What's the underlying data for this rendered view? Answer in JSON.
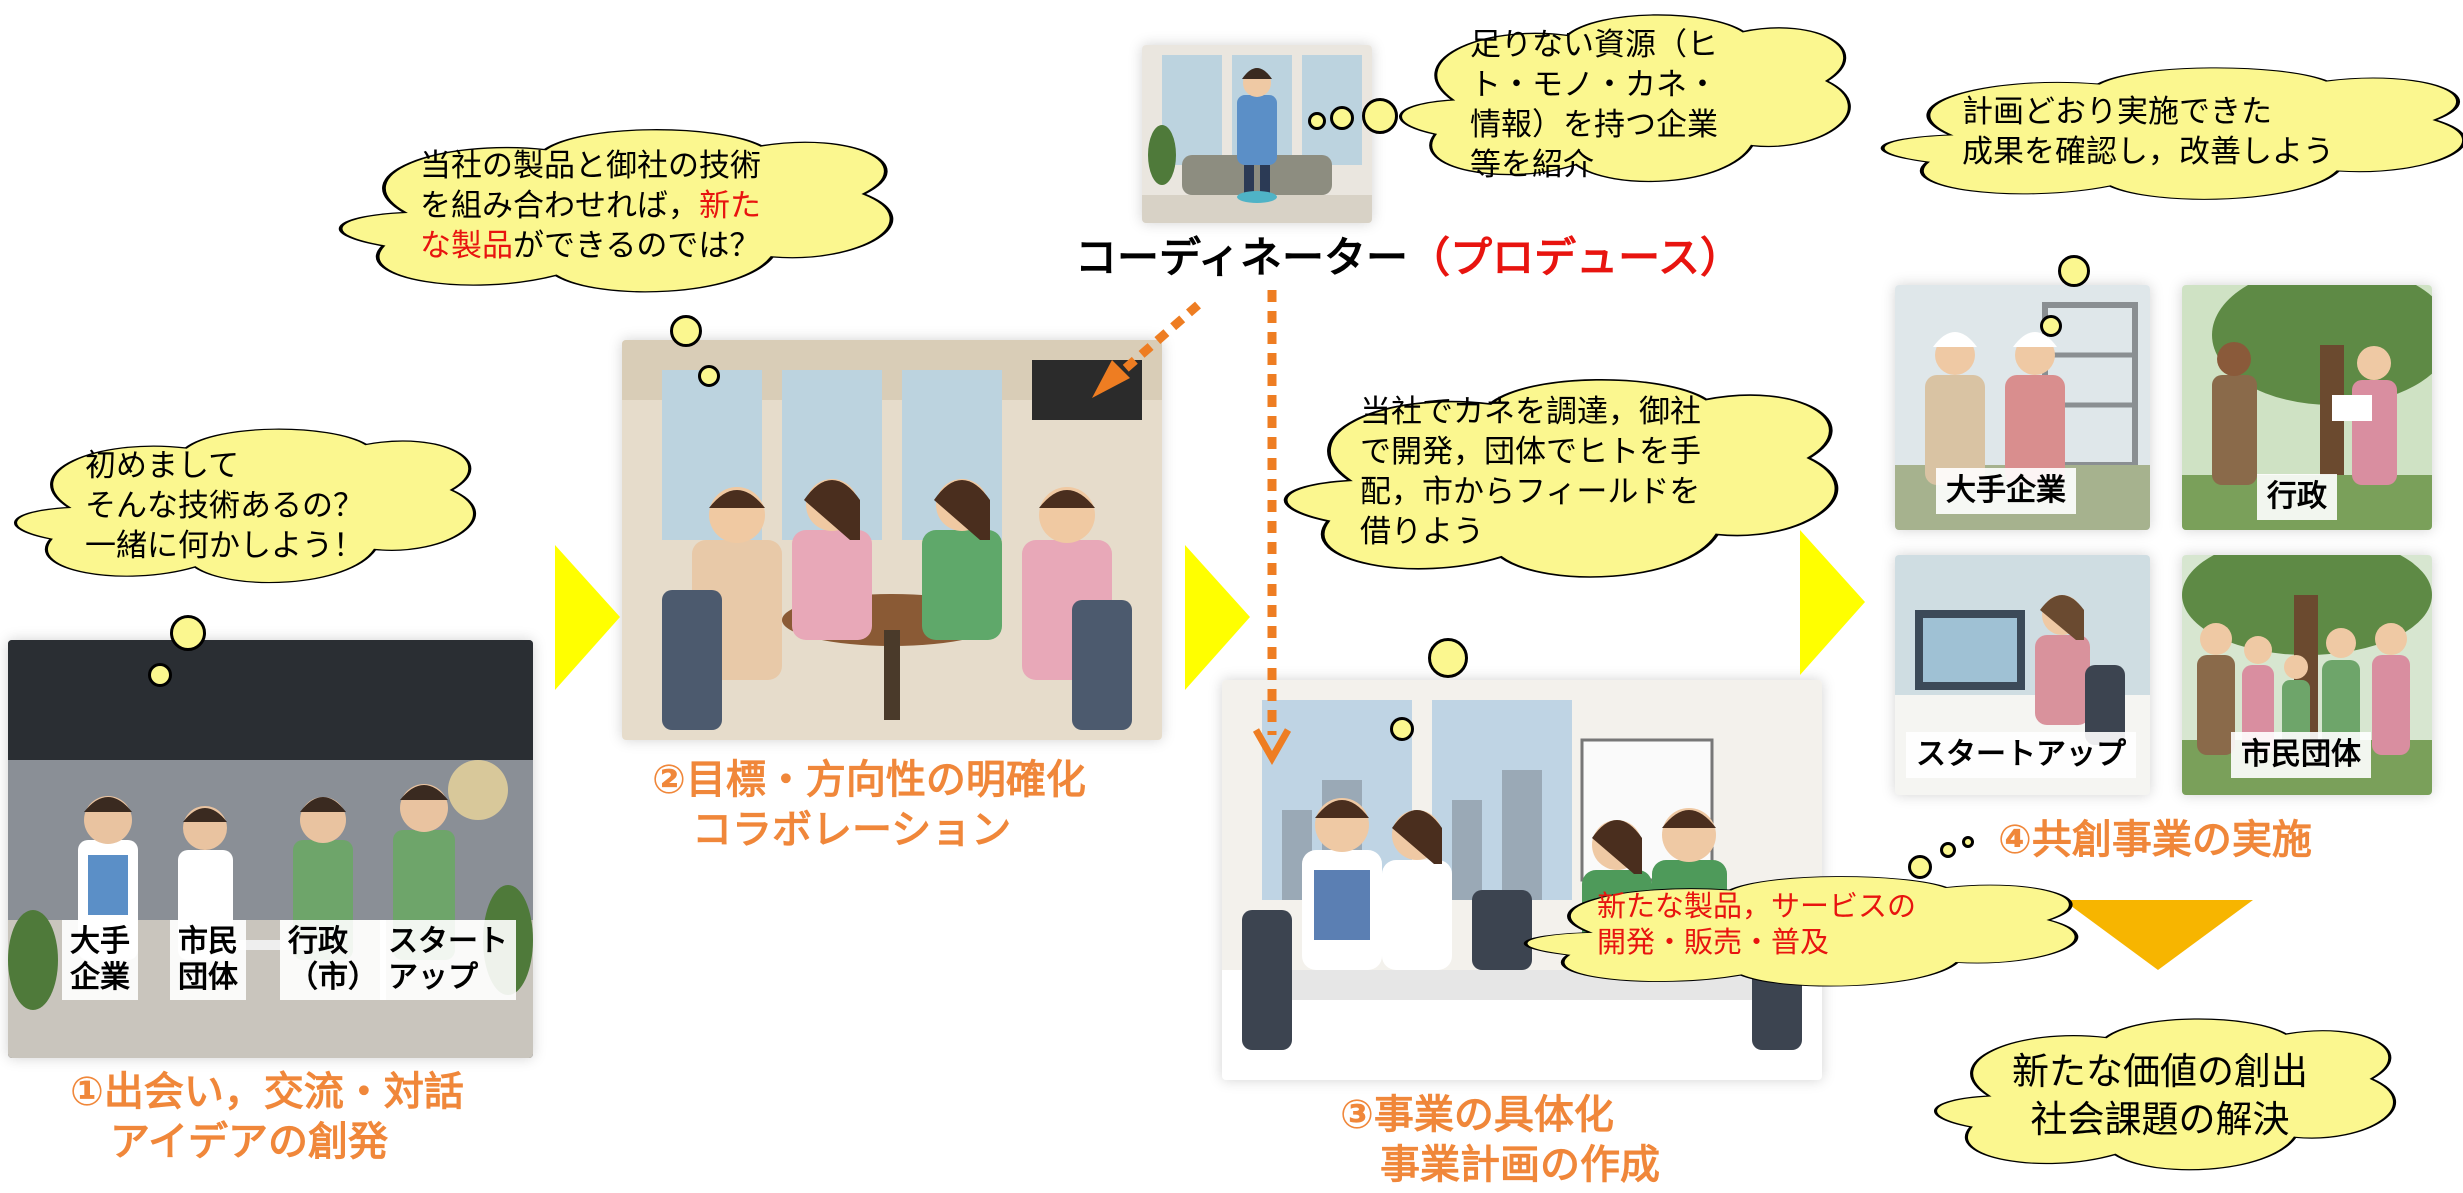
{
  "coordinator": {
    "title": "コーディネーター",
    "produce": "（プロデュース）",
    "bubble": "足りない資源（ヒ\nト・モノ・カネ・\n情報）を持つ企業\n等を紹介"
  },
  "bubbles": {
    "first_meet": "初めまして\nそんな技術あるの？\n一緒に何かしよう！",
    "combine_pre": "当社の製品と御社の技術\nを組み合わせれば，",
    "combine_red": "新た\nな製品",
    "combine_post": "ができるのでは？",
    "roles": "当社でカネを調達，御社\nで開発，団体でヒトを手\n配，市からフィールドを\n借りよう",
    "plan_check": "計画どおり実施できた\n成果を確認し，改善しよう",
    "new_product": "新たな製品，サービスの\n開発・販売・普及"
  },
  "steps": {
    "s1": "①出会い，交流・対話\n　アイデアの創発",
    "s2": "②目標・方向性の明確化\n　コラボレーション",
    "s3": "③事業の具体化\n　事業計画の作成",
    "s4": "④共創事業の実施"
  },
  "step1_labels": [
    "大手\n企業",
    "市民\n団体",
    "行政\n（市）",
    "スタート\nアップ"
  ],
  "step4_labels": [
    "大手企業",
    "行政",
    "スタートアップ",
    "市民団体"
  ],
  "outcome": "新たな価値の創出\n社会課題の解決",
  "colors": {
    "bubble": "#fbf78f",
    "step": "#f0873a",
    "arrow": "#ffff00",
    "down_arrow": "#f7b500",
    "dotted": "#ee7d22",
    "red": "#e8140f"
  }
}
